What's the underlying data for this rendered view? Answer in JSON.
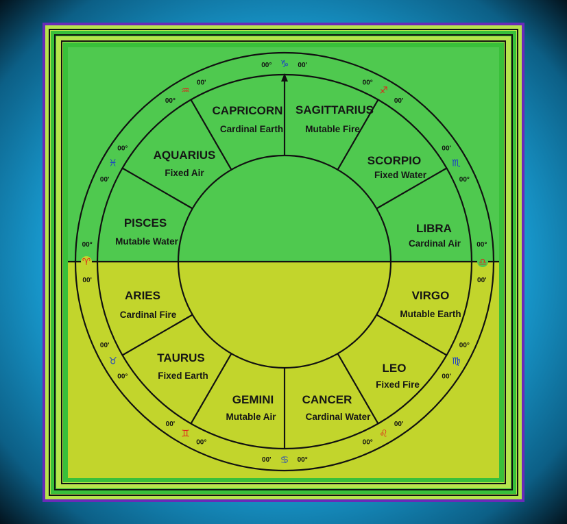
{
  "signs": [
    {
      "key": "capricorn",
      "name": "CAPRICORN",
      "quality": "Cardinal Earth",
      "glyph": "♑",
      "glyph_color": "#1a3ec8",
      "deg_a": "00°",
      "deg_b": "00'"
    },
    {
      "key": "sagittarius",
      "name": "SAGITTARIUS",
      "quality": "Mutable Fire",
      "glyph": "♐",
      "glyph_color": "#e0241b",
      "deg_a": "00°",
      "deg_b": "00'"
    },
    {
      "key": "scorpio",
      "name": "SCORPIO",
      "quality": "Fixed Water",
      "glyph": "♏",
      "glyph_color": "#1a3ec8",
      "deg_a": "00'",
      "deg_b": "00°"
    },
    {
      "key": "libra",
      "name": "LIBRA",
      "quality": "Cardinal Air",
      "glyph": "♎",
      "glyph_color": "#e0241b",
      "deg_a": "00°",
      "deg_b": "00'"
    },
    {
      "key": "virgo",
      "name": "VIRGO",
      "quality": "Mutable Earth",
      "glyph": "♍",
      "glyph_color": "#1a3ec8",
      "deg_a": "00°",
      "deg_b": "00'"
    },
    {
      "key": "leo",
      "name": "LEO",
      "quality": "Fixed Fire",
      "glyph": "♌",
      "glyph_color": "#e0241b",
      "deg_a": "00'",
      "deg_b": "00°"
    },
    {
      "key": "cancer",
      "name": "CANCER",
      "quality": "Cardinal Water",
      "glyph": "♋",
      "glyph_color": "#1a3ec8",
      "deg_a": "00°",
      "deg_b": "00'"
    },
    {
      "key": "gemini",
      "name": "GEMINI",
      "quality": "Mutable  Air",
      "glyph": "♊",
      "glyph_color": "#e0241b",
      "deg_a": "00°",
      "deg_b": "00'"
    },
    {
      "key": "taurus",
      "name": "TAURUS",
      "quality": "Fixed Earth",
      "glyph": "♉",
      "glyph_color": "#1a3ec8",
      "deg_a": "00°",
      "deg_b": "00'"
    },
    {
      "key": "aries",
      "name": "ARIES",
      "quality": "Cardinal Fire",
      "glyph": "♈",
      "glyph_color": "#e0241b",
      "deg_a": "00'",
      "deg_b": "00°"
    },
    {
      "key": "pisces",
      "name": "PISCES",
      "quality": "Mutable Water",
      "glyph": "♓",
      "glyph_color": "#1a3ec8",
      "deg_a": "00'",
      "deg_b": "00°"
    },
    {
      "key": "aquarius",
      "name": "AQUARIUS",
      "quality": "Fixed Air",
      "glyph": "♒",
      "glyph_color": "#e0241b",
      "deg_a": "00°",
      "deg_b": "00'"
    }
  ],
  "colors": {
    "upper_half": "#4fc94f",
    "lower_half": "#c2d52c",
    "frame_green_light": "#b6e44c",
    "frame_green_dark": "#39c03a",
    "frame_purple": "#6a2bb8",
    "line": "#111111"
  }
}
